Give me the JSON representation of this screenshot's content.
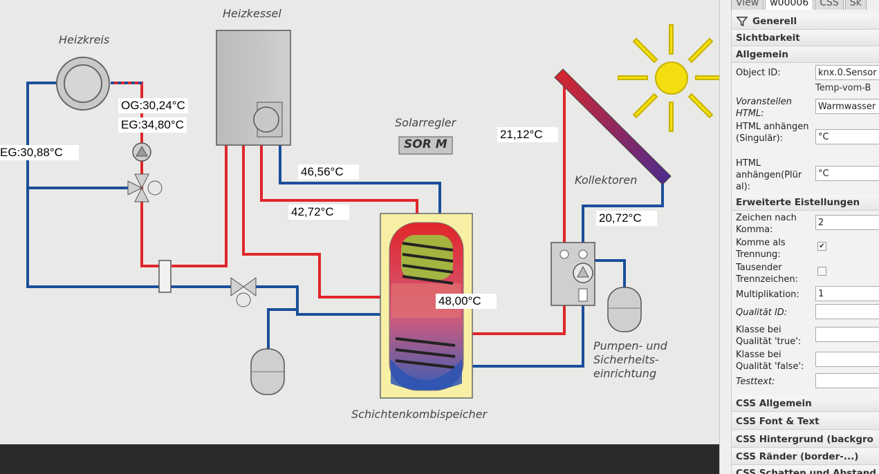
{
  "diagram": {
    "labels": {
      "heizkreis": "Heizkreis",
      "heizkessel": "Heizkessel",
      "solarregler": "Solarregler",
      "sor_m": "SOR M",
      "kollektoren": "Kollektoren",
      "pumpen_1": "Pumpen- und",
      "pumpen_2": "Sicherheits-",
      "pumpen_3": "einrichtung",
      "speicher": "Schichtenkombispeicher"
    },
    "temps": {
      "og": "OG:30,24°C",
      "eg_right": "EG:34,80°C",
      "eg_left": "EG:30,88°C",
      "t1": "46,56°C",
      "t2": "42,72°C",
      "t3": "48,00°C",
      "t4": "21,12°C",
      "t5": "20,72°C"
    },
    "colors": {
      "hot": "#e0262a",
      "cold": "#1b4f9c",
      "sun": "#f3de10",
      "tank_fill": "#f7efa4"
    }
  },
  "panel": {
    "tabs": [
      "View",
      "w00006",
      "CSS",
      "Sk"
    ],
    "filter_icon": "filter-icon",
    "groups": {
      "generell": "Generell",
      "sichtbarkeit": "Sichtbarkeit",
      "allgemein": "Allgemein",
      "erweitert": "Erweiterte Eistellungen",
      "css_allgemein": "CSS Allgemein",
      "css_font": "CSS Font & Text",
      "css_hintergrund": "CSS Hintergrund (backgro",
      "css_raender": "CSS Ränder (border-...)",
      "css_schatten": "CSS Schatten und Abstand"
    },
    "fields": {
      "object_id_label": "Object ID:",
      "object_id_value": "knx.0.Sensor",
      "object_id_sub": "Temp-vom-B",
      "voranstellen_label": "Voranstellen HTML:",
      "voranstellen_value": "Warmwasser",
      "anhaengen_sing_label": "HTML anhängen (Singulär):",
      "anhaengen_sing_value": "°C",
      "anhaengen_plur_label": "HTML anhängen(Plür al):",
      "anhaengen_plur_value": "°C",
      "zeichen_label": "Zeichen nach Komma:",
      "zeichen_value": "2",
      "komma_label": "Komme als Trennung:",
      "komma_checked": "✔",
      "tausender_label": "Tausender Trennzeichen:",
      "multiplikation_label": "Multiplikation:",
      "multiplikation_value": "1",
      "qualitaet_label": "Qualität ID:",
      "klasse_true_label": "Klasse bei Qualität 'true':",
      "klasse_false_label": "Klasse bei Qualität 'false':",
      "testtext_label": "Testtext:"
    }
  }
}
